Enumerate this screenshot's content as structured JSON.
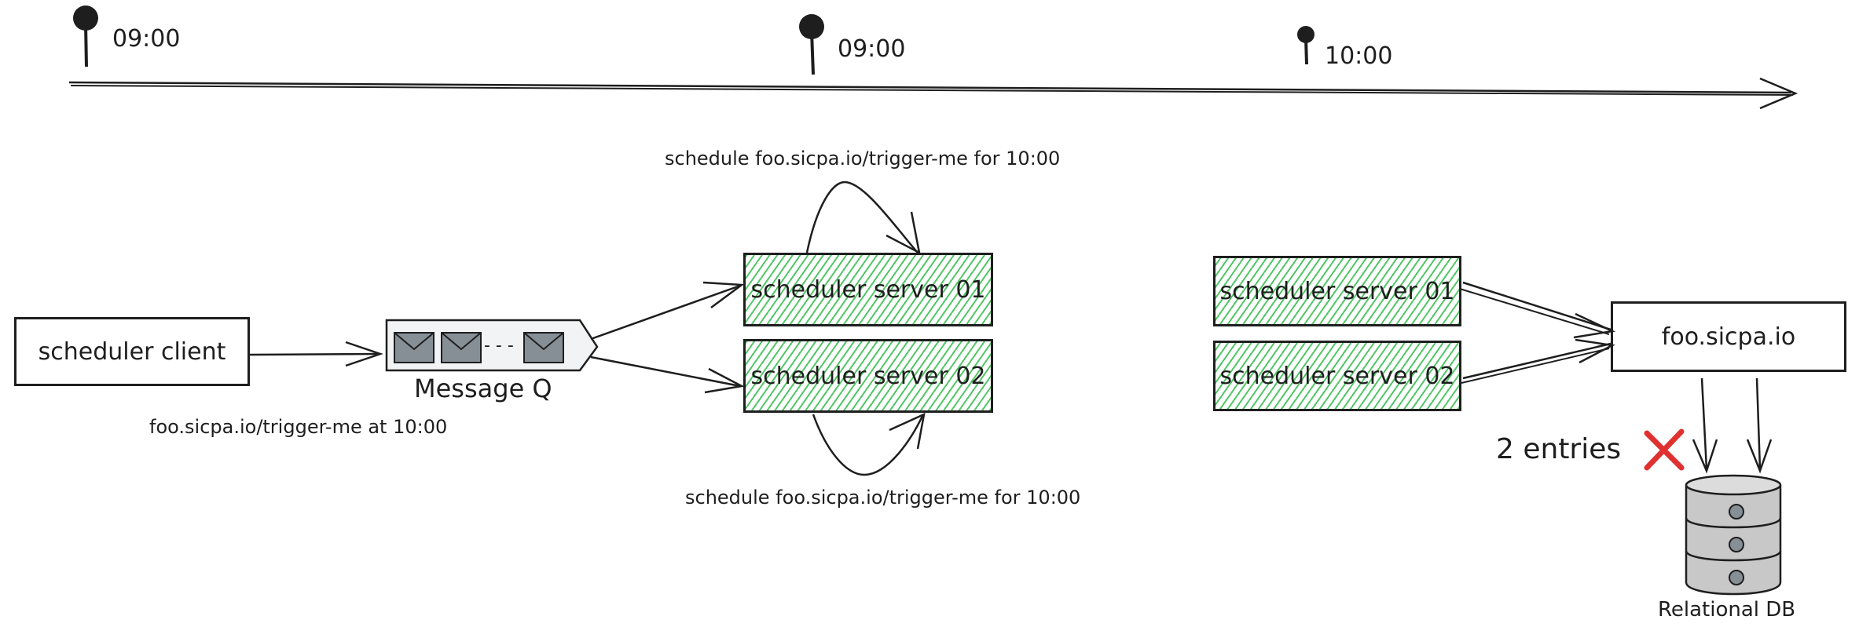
{
  "timeline": {
    "markers": [
      {
        "label": "09:00"
      },
      {
        "label": "09:00"
      },
      {
        "label": "10:00"
      }
    ]
  },
  "client": {
    "box_label": "scheduler client",
    "request_label": "foo.sicpa.io/trigger-me at 10:00"
  },
  "queue": {
    "label": "Message Q",
    "ellipsis": "- - -"
  },
  "servers_left": {
    "server_01": "scheduler server 01",
    "server_02": "scheduler server 02",
    "loop_top_label": "schedule foo.sicpa.io/trigger-me for 10:00",
    "loop_bottom_label": "schedule foo.sicpa.io/trigger-me for 10:00"
  },
  "servers_right": {
    "server_01": "scheduler server 01",
    "server_02": "scheduler server 02"
  },
  "target": {
    "label": "foo.sicpa.io"
  },
  "database": {
    "label": "Relational DB",
    "entries_label": "2 entries",
    "error_mark": "cross-icon"
  },
  "colors": {
    "stroke": "#1e1e1e",
    "hatch_green": "#40c057",
    "error_red": "#e03131",
    "db_gray": "#c8c8c8",
    "envelope_gray": "#868e96"
  }
}
